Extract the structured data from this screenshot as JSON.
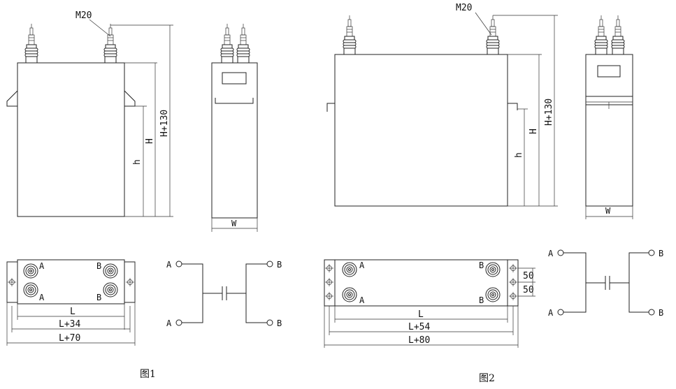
{
  "fig1": {
    "thread_label": "M20",
    "dim_h": "h",
    "dim_H": "H",
    "dim_H130": "H+130",
    "dim_W": "W",
    "dim_L": "L",
    "dim_L34": "L+34",
    "dim_L70": "L+70",
    "term_A": "A",
    "term_B": "B",
    "caption": "图1"
  },
  "fig2": {
    "thread_label": "M20",
    "dim_h": "h",
    "dim_H": "H",
    "dim_H130": "H+130",
    "dim_W": "W",
    "dim_L": "L",
    "dim_L54": "L+54",
    "dim_L80": "L+80",
    "dim_50": "50",
    "term_A": "A",
    "term_B": "B",
    "caption": "图2"
  }
}
